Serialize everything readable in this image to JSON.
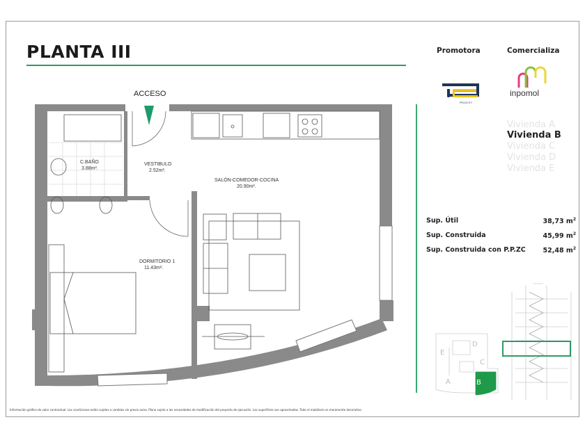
{
  "header": {
    "title": "PLANTA III"
  },
  "brands": {
    "promotora_label": "Promotora",
    "comercializa_label": "Comercializa",
    "promotora_logo_text": "PROCCITY",
    "comercializa_logo_text": "inpomol"
  },
  "plan": {
    "access_label": "ACCESO",
    "rooms": [
      {
        "name": "C.BAÑO",
        "area": "3.88m²."
      },
      {
        "name": "VESTIBULO",
        "area": "2.52m²."
      },
      {
        "name": "SALÓN-COMEDOR-COCINA",
        "area": "20.90m²."
      },
      {
        "name": "DORMITORIO 1",
        "area": "11.43m²."
      }
    ]
  },
  "viviendas": [
    {
      "label": "Vivienda A",
      "active": false
    },
    {
      "label": "Vivienda B",
      "active": true
    },
    {
      "label": "Vivienda C",
      "active": false
    },
    {
      "label": "Vivienda D",
      "active": false
    },
    {
      "label": "Vivienda E",
      "active": false
    }
  ],
  "surfaces": [
    {
      "label": "Sup. Útil",
      "value": "38,73 m",
      "unit_exp": "2"
    },
    {
      "label": "Sup. Construida",
      "value": "45,99 m",
      "unit_exp": "2"
    },
    {
      "label": "Sup. Construida con P.P.ZC",
      "value": "52,48 m",
      "unit_exp": "2"
    }
  ],
  "keyplan": {
    "units": [
      "A",
      "B",
      "C",
      "D",
      "E"
    ],
    "highlight": "B"
  },
  "disclaimer": "Información gráfica de valor contractual. Las condiciones están sujetas a cambios sin previo aviso. Plano sujeto a las necesidades de modificación del proyecto de ejecución. Las superficies son aproximadas. Todo el mobiliario es meramente decorativo.",
  "colors": {
    "accent": "#2e9a62",
    "wall": "#8a8a8a",
    "highlight": "#1f9a4a"
  }
}
